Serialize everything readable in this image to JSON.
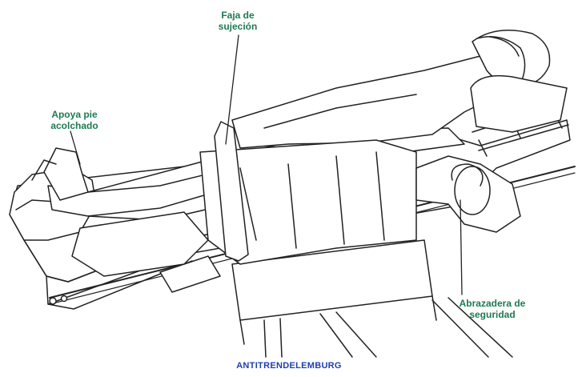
{
  "labels": {
    "strap": [
      "Faja de",
      "sujeción"
    ],
    "footrest": [
      "Apoya pie",
      "acolchado"
    ],
    "clamp": [
      "Abrazadera de",
      "seguridad"
    ]
  },
  "caption": "ANTITRENDELEMBURG",
  "colors": {
    "label": "#1e7a52",
    "caption": "#1f3fae",
    "line": "#222222"
  }
}
